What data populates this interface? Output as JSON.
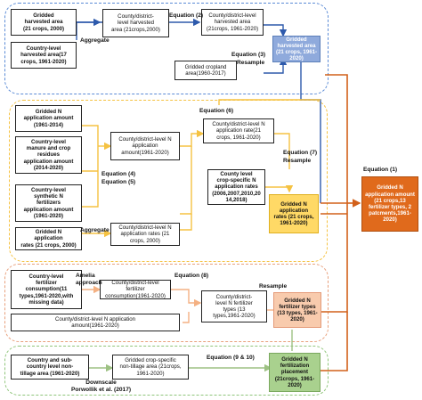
{
  "colors": {
    "blue": "#2e5aac",
    "yellow": "#f5c242",
    "pink": "#f4b183",
    "green": "#9dc183",
    "orange": "#d2601a",
    "region_blue": "#5b8bd6",
    "region_yellow": "#f5c242",
    "region_pink": "#e8a07c",
    "region_green": "#8fc57a"
  },
  "boxes": {
    "gridded_harvested": "Gridded\nharvested area\n(21 crops, 2000)",
    "country_harvested": "Country-level\nharvested area(17\ncrops, 1961-2020)",
    "county_harvested": "County/district-\nlevel harvested\narea (21crops,2000)",
    "county_harvested_2": "County/district-level\nharvested area\n(21crops, 1961-2020)",
    "cropland": "Gridded cropland\narea(1960-2017)",
    "gridded_harvested_out": "Gridded\nharvested area\n(21 crops, 1961-\n2020)",
    "gridded_n_1961": "Gridded N\napplication amount\n(1961-2014)",
    "manure": "Country-level\nmanure and crop\nresidues\napplication amount\n(2014-2020)",
    "synthetic": "Country-level\nsynthetic N\nfertilizers\napplication amount\n(1961-2020)",
    "county_n_amount": "County/district-level N\napplication\namount(1961-2020)",
    "county_n_rate": "County/district-level N\napplication rate(21\ncrops, 1961-2020)",
    "crop_specific": "County level\ncrop-specific N\napplication rates\n(2006,2007,2010,20\n14,2018)",
    "gridded_n_rates": "Gridded N\napplication\nrates (21 crops, 2000)",
    "county_n_rates_2000": "County/district-level N\napplication rates (21\ncrops, 2000)",
    "gridded_n_rates_out": "Gridded N\napplication\nrates (21 crops,\n1961-2020)",
    "final_out": "Gridded N\napplication amount\n(21 crops,13\nfertilizer types, 2\npatcments,1961-\n2020)",
    "country_fert": "Country-level\nfertilizer\nconsumption(11\ntypes,1961-2020,with\nmissing data)",
    "county_fert": "County/district-level fertilizer\nconsumption(1961-2020)",
    "county_n_types": "County/district-\nlevel N fertilizer\ntypes (13\ntypes,1961-2020)",
    "county_n_amount_2": "County/district-level N application\namount(1961-2020)",
    "gridded_fert_types": "Gridded N\nfertilizer types\n(13 types, 1961-\n2020)",
    "country_tillage": "Country and sub-\ncountry level non-\ntillage area (1961-2020)",
    "gridded_tillage": "Gridded crop-specific\nnon-tillage area (21crops,\n1961-2020)",
    "placement_out": "Gridded N\nfertilization\nplacement\n(21crops, 1961-\n2020)"
  },
  "labels": {
    "eq2": "Equation (2)",
    "aggregate1": "Aggregate",
    "eq3": "Equation (3)",
    "resample1": "Resample",
    "eq6": "Equation (6)",
    "eq4": "Equation (4)",
    "eq5": "Equation (5)",
    "eq7": "Equation (7)",
    "resample2": "Resample",
    "aggregate2": "Aggregate",
    "eq1": "Equation (1)",
    "amelia": "Amelia\napproach",
    "eq8": "Equation (8)",
    "resample3": "Resample",
    "eq9": "Equation (9 & 10)",
    "downscale": "Downscale\nPorwollik et al. (2017)"
  }
}
